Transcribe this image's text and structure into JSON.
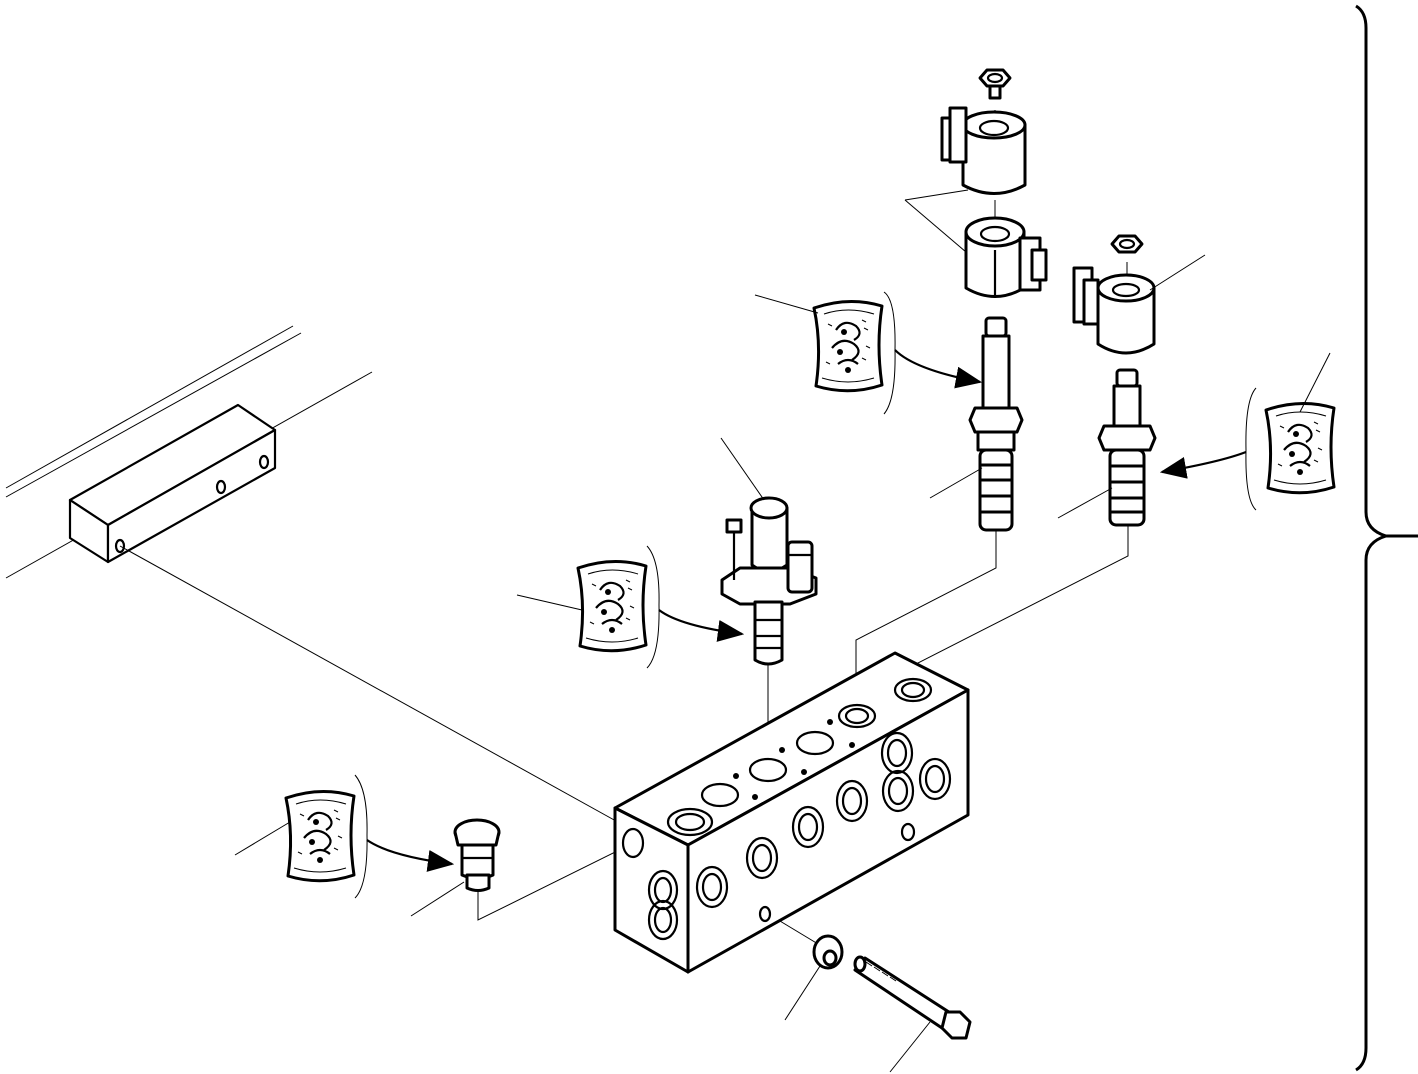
{
  "figure": {
    "background": "#ffffff",
    "ink": "#000000",
    "parts": [
      "mounting-frame",
      "valve-block",
      "center-solenoid-valve",
      "tall-cartridge-valve",
      "twin-solenoid-coils",
      "right-cartridge-valve",
      "right-solenoid-coil",
      "relief-plug",
      "bolt",
      "washer",
      "sealant-tube"
    ]
  }
}
